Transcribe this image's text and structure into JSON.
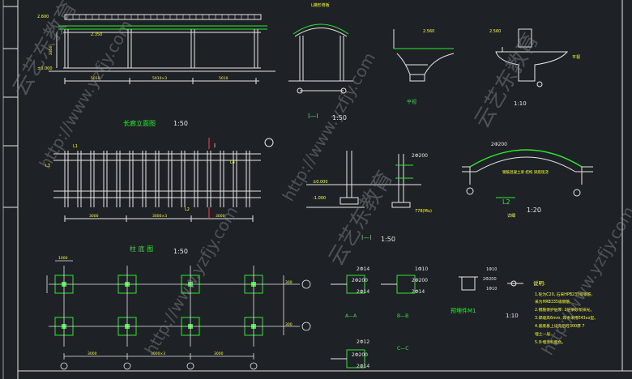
{
  "elevation": {
    "title": "长廊立面图",
    "scale": "1:50",
    "top_level": "2.600",
    "mid_level": "2.350",
    "ground_level": "±0.000",
    "height_dim": "2350",
    "spans": [
      "5010",
      "5010×3",
      "5010"
    ]
  },
  "arch_section": {
    "top_label": "L梯形脊板",
    "section_mark": "I—I",
    "scale": "1:50"
  },
  "bracket": {
    "name": "平视",
    "level": "2.560",
    "scale": "1:10"
  },
  "bracket2": {
    "level": "2.560",
    "side_label": "平视"
  },
  "roof_plan": {
    "marks": [
      "L1",
      "L3",
      "L4",
      "L2"
    ],
    "section_mark": "I",
    "dims": [
      "3000",
      "3000×3",
      "3000"
    ]
  },
  "column_plan": {
    "title": "柱 底 图",
    "scale": "1:50",
    "dims": [
      "3000",
      "3000×3",
      "3000"
    ],
    "side_dims": [
      "1000",
      "300",
      "300"
    ]
  },
  "section_1": {
    "level": "±0.000",
    "base_level": "-1.000",
    "rebar": "2Φ200",
    "footing": "778(Mu)",
    "mark": "I—I",
    "scale": "1:50"
  },
  "beam_L2": {
    "rebar": "2Φ200",
    "note": "钢筋混凝土梁 结构 梁底现浇",
    "mark": "L2",
    "scale": "1:20",
    "sub": "详细"
  },
  "details": {
    "aa_top": "2Φ14",
    "aa_mid": "2Φ200",
    "aa_bot": "2Φ14",
    "aa_mark": "A—A",
    "bb_top": "1Φ10",
    "bb_mid": "2Φ200",
    "bb_bot": "2Φ14",
    "bb_mark": "B—B",
    "cc_top": "2Φ12",
    "cc_mid": "2Φ200",
    "cc_bot": "2Φ14",
    "cc_mark": "C—C",
    "dd_top": "1Φ10",
    "dd_mid": "2Φ200",
    "dd_bot": "1Φ10",
    "detail_title": "预埋件M1",
    "detail_scale": "1:10"
  },
  "notes": {
    "title": "说明:",
    "lines": [
      "1.砼为C20, 石采HPB235级钢筋,",
      "  采为HRB335级钢筋。",
      "2.钢筋保护层厚: 2层梁砂浆抹光。",
      "3.焊缝高6mm, 焊条采用E43xx型。",
      "4.基底基上设完后砼300厚 7",
      "  埋土一层",
      "5.外墙涂料面色。"
    ]
  },
  "watermarks": [
    "云艺东教育",
    "http://www.yzfjy.com"
  ],
  "colors": {
    "background": "#1e2226",
    "line_white": "#e6e6e6",
    "line_green": "#2fe82f",
    "text_yellow": "#ffff33",
    "accent_red": "#ff3030"
  }
}
